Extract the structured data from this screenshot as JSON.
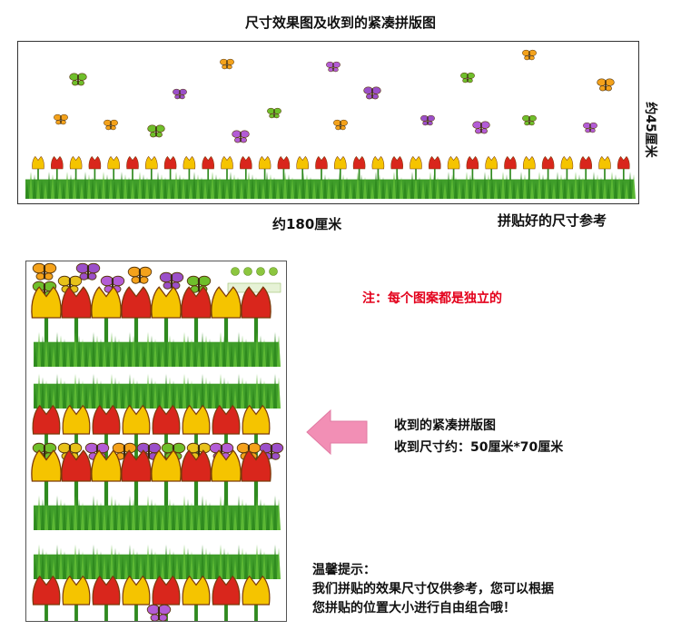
{
  "title": "尺寸效果图及收到的紧凑拼版图",
  "dimension_height": "约45厘米",
  "dimension_width": "约180厘米",
  "preview_caption": "拼贴好的尺寸参考",
  "note": "注：每个图案都是独立的",
  "received_title": "收到的紧凑拼版图",
  "received_size": "收到尺寸约：50厘米*70厘米",
  "tip_title": "温馨提示：",
  "tip_line1": "我们拼贴的效果尺寸仅供参考，您可以根据",
  "tip_line2": "您拼贴的位置大小进行自由组合哦！",
  "colors": {
    "note_red": "#e3001b",
    "arrow_pink": "#f28fb5",
    "tulip_red": "#d9261c",
    "tulip_yellow": "#f5c400",
    "grass_green": "#3f9d2a"
  }
}
